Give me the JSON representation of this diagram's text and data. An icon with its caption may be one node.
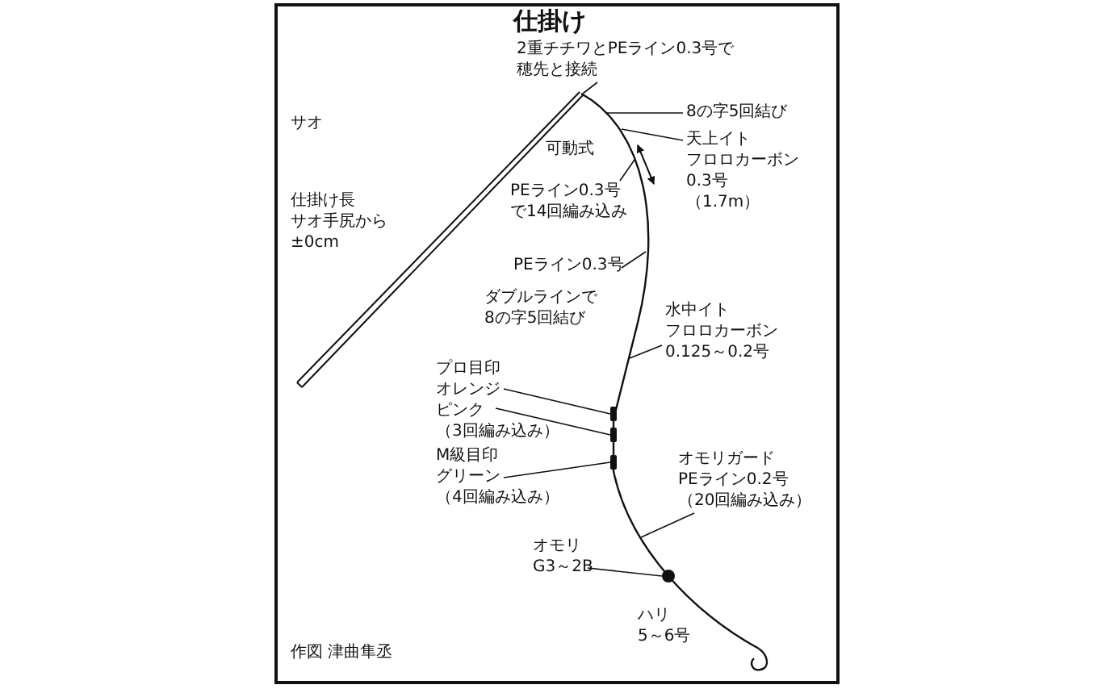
{
  "diagram": {
    "title": "仕掛け",
    "nodes": [
      {
        "text": [
          "2重チチワとPEライン0.3号で穂先と接続"
        ]
      },
      {
        "text": [
          "8の字5回結び"
        ]
      },
      {
        "text": [
          "天上イトフロロカーボン0.3号（1.7m）"
        ]
      },
      {
        "text": [
          "PEライン0.3号で14回編み込み"
        ]
      },
      {
        "text": [
          "PEライン0.3号",
          "ダブルラインで8の字5回結び"
        ]
      },
      {
        "text": [
          "水中イトフロロカーボン0.125～0.2号"
        ]
      },
      {
        "text": [
          "プロ目印オレンジピンク（3回編み込み）"
        ]
      },
      {
        "text": [
          "M級目印グリーン（4回編み込み）"
        ]
      },
      {
        "text": [
          "オモリガードPEライン0.2号（20回編み込み）"
        ]
      },
      {
        "text": [
          "オモリG3～2B"
        ]
      },
      {
        "text": [],
        "shape": "circle"
      },
      {
        "text": [],
        "shape": "bar"
      },
      {
        "text": [],
        "shape": "bar"
      },
      {
        "text": [],
        "shape": "bar"
      },
      {
        "text": [],
        "shape": "rod"
      }
    ],
    "edges": [
      {
        "from": 0,
        "to": 14,
        "arrow": "none"
      },
      {
        "from": 1,
        "to": null,
        "arrow": "none"
      },
      {
        "from": 2,
        "to": null,
        "arrow": "none"
      },
      {
        "from": 3,
        "to": null,
        "arrow": "none"
      },
      {
        "from": 4,
        "to": null,
        "arrow": "none"
      },
      {
        "from": 5,
        "to": null,
        "arrow": "none"
      },
      {
        "from": 6,
        "to": 11,
        "arrow": "none"
      },
      {
        "from": 6,
        "to": 12,
        "arrow": "none"
      },
      {
        "from": 7,
        "to": 13,
        "arrow": "none"
      },
      {
        "from": 8,
        "to": null,
        "arrow": "none"
      },
      {
        "from": 9,
        "to": 10,
        "arrow": "none"
      }
    ],
    "labels": [
      "サオ",
      "仕掛け長サオ手尻から±0cm",
      "可動式",
      "ハリ5～6号",
      "作図 津曲隼丞"
    ]
  }
}
